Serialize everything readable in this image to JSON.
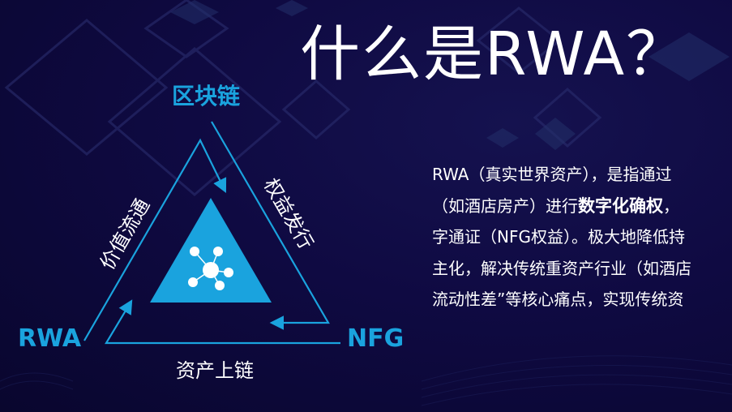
{
  "title": "什么是RWA？",
  "diagram": {
    "nodes": {
      "top": "区块链",
      "left": "RWA",
      "right": "NFG"
    },
    "edges": {
      "left": "价值流通",
      "right": "权益发行",
      "bottom": "资产上链"
    },
    "center_icon": "network-nodes-icon"
  },
  "description": {
    "lines": [
      {
        "pre": "RWA（真实世界资产），是指通过",
        "bold": "",
        "post": ""
      },
      {
        "pre": "（如酒店房产）进行",
        "bold": "数字化确权",
        "post": "，"
      },
      {
        "pre": "字通证（NFG权益）。极大地降低持",
        "bold": "",
        "post": ""
      },
      {
        "pre": "主化，解决传统重资产行业（如酒店",
        "bold": "",
        "post": ""
      },
      {
        "pre": "流动性差”等核心痛点，实现传统资",
        "bold": "",
        "post": ""
      }
    ]
  },
  "colors": {
    "background": "#0f0a42",
    "accent": "#1aa3de",
    "text": "#ffffff"
  }
}
